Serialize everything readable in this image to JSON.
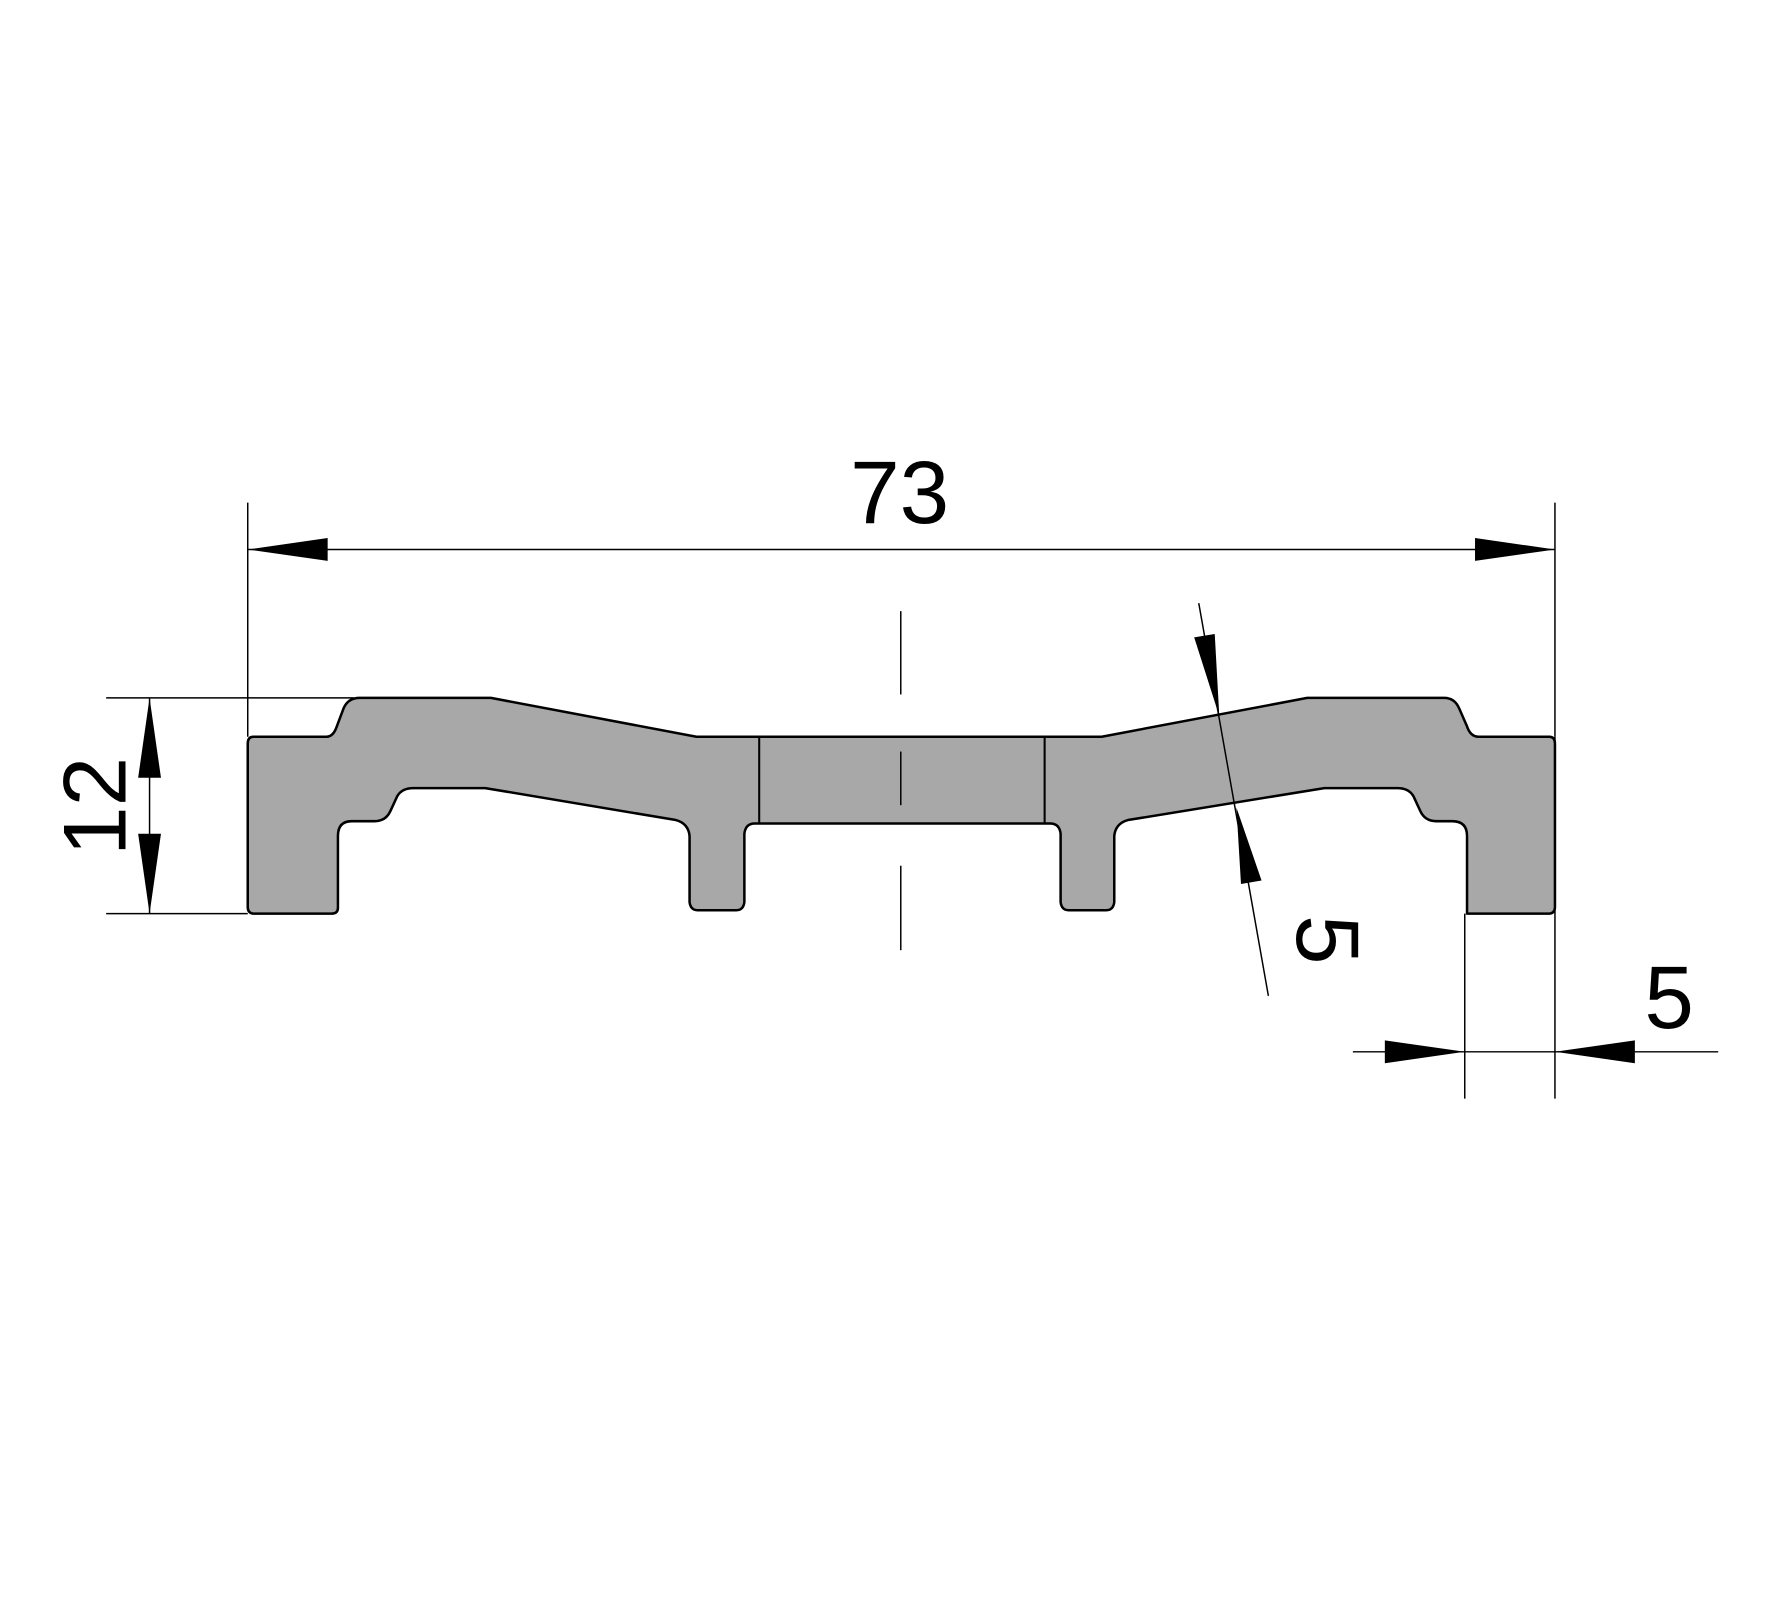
{
  "drawing": {
    "profile_fill": "#a8a8a8",
    "dimensions": {
      "overall_width": "73",
      "overall_height": "12",
      "wall_thickness": "5",
      "flange_width": "5"
    }
  }
}
